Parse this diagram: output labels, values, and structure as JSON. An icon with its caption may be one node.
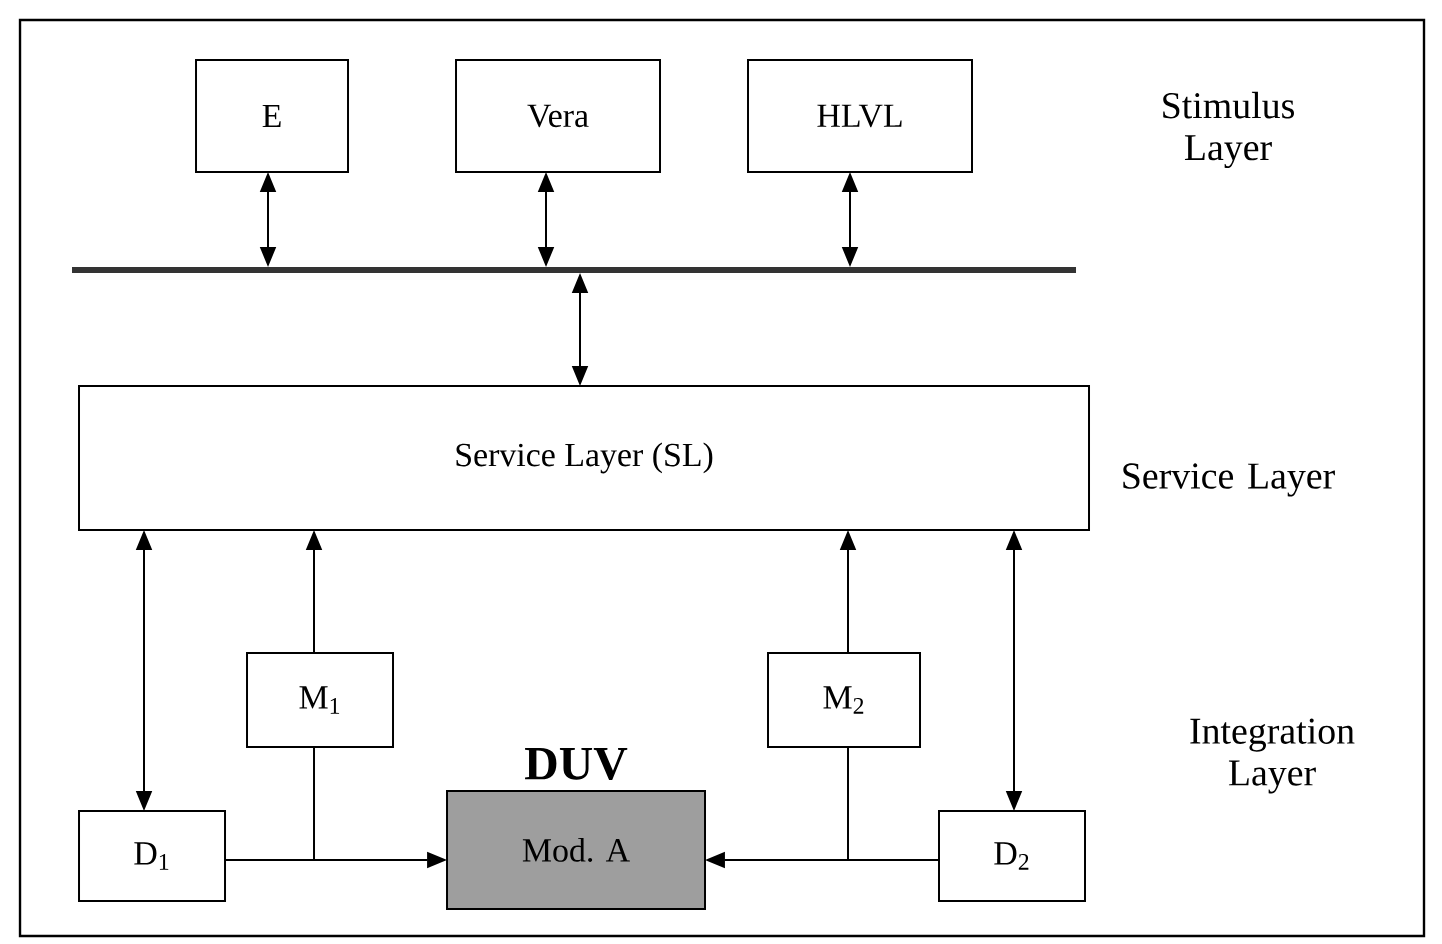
{
  "diagram": {
    "nodes": [
      {
        "text": [
          "E"
        ]
      },
      {
        "text": [
          "Vera"
        ]
      },
      {
        "text": [
          "HLVL"
        ]
      },
      {
        "text": [],
        "shape": "bar"
      },
      {
        "text": [
          "Service Layer (SL)"
        ]
      },
      {
        "text": [
          "M$_{1}$"
        ]
      },
      {
        "text": [
          "M$_{2}$"
        ]
      },
      {
        "text": [
          "D$_{1}$"
        ]
      },
      {
        "text": [
          "DUV",
          "Mod. A"
        ]
      },
      {
        "text": [
          "D$_{2}$"
        ]
      }
    ],
    "edges": [
      {
        "from": 0,
        "to": 3,
        "arrow": "both"
      },
      {
        "from": 1,
        "to": 3,
        "arrow": "both"
      },
      {
        "from": 2,
        "to": 3,
        "arrow": "both"
      },
      {
        "from": 3,
        "to": 4,
        "arrow": "both"
      },
      {
        "from": 4,
        "to": 7,
        "arrow": "both"
      },
      {
        "from": 5,
        "to": 4,
        "arrow": "to"
      },
      {
        "from": 6,
        "to": 4,
        "arrow": "to"
      },
      {
        "from": 4,
        "to": 9,
        "arrow": "both"
      },
      {
        "from": 7,
        "to": 8,
        "arrow": "to"
      },
      {
        "from": 9,
        "to": 8,
        "arrow": "to"
      },
      {
        "from": 7,
        "to": 5,
        "arrow": "none"
      },
      {
        "from": 9,
        "to": 6,
        "arrow": "none"
      }
    ],
    "labels": [
      "Stimulus Layer",
      "Service Layer",
      "Integration Layer"
    ]
  }
}
